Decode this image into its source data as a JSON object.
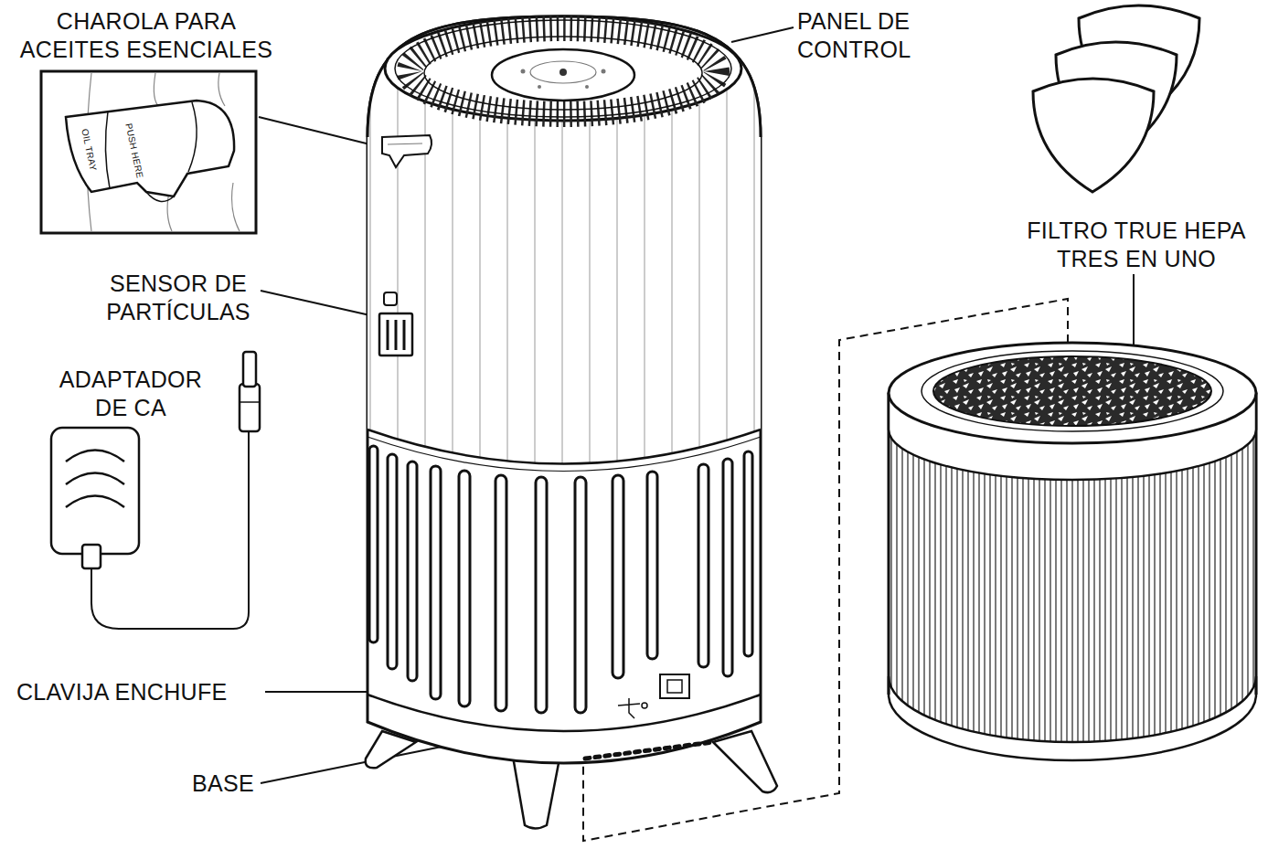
{
  "diagram": {
    "labels": [
      "CHAROLA PARA ACEITES ESENCIALES",
      "PANEL DE CONTROL",
      "OIL TRAY",
      "PUSH HERE",
      "FILTRO TRUE HEPA TRES EN UNO",
      "SENSOR DE PARTÍCULAS",
      "ADAPTADOR DE CA",
      "CLAVIJA ENCHUFE",
      "BASE"
    ]
  }
}
